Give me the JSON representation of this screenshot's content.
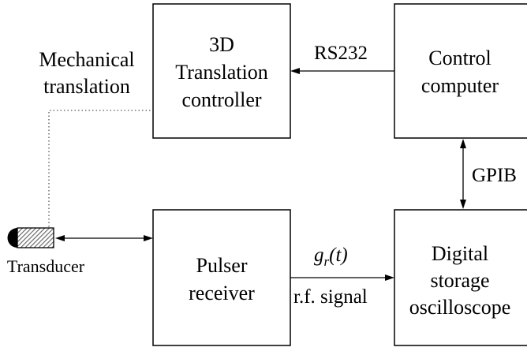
{
  "blocks": {
    "translation_controller": {
      "lines": [
        "3D",
        "Translation",
        "controller"
      ]
    },
    "control_computer": {
      "lines": [
        "Control",
        "computer"
      ]
    },
    "pulser_receiver": {
      "lines": [
        "Pulser",
        "receiver"
      ]
    },
    "oscilloscope": {
      "lines": [
        "Digital",
        "storage",
        "oscilloscope"
      ]
    }
  },
  "labels": {
    "mechanical_translation": [
      "Mechanical",
      "translation"
    ],
    "transducer": "Transducer",
    "rs232": "RS232",
    "gpib": "GPIB",
    "signal_symbol": "g",
    "signal_subscript": "r",
    "signal_argument": "(t)",
    "rf_signal": "r.f. signal"
  },
  "colors": {
    "line": "#000000",
    "background": "#ffffff",
    "transducer_body": "#000000",
    "transducer_hatch": "#6b6b6b"
  }
}
